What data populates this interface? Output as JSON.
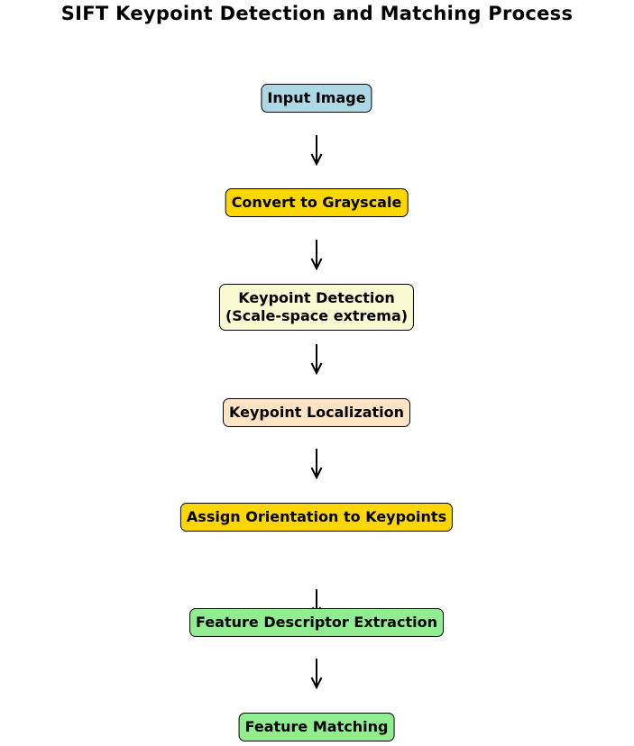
{
  "title": "SIFT Keypoint Detection and Matching Process",
  "steps": [
    {
      "lines": [
        "Input Image"
      ],
      "color": "#add8e6"
    },
    {
      "lines": [
        "Convert to Grayscale"
      ],
      "color": "#ffd700"
    },
    {
      "lines": [
        "Keypoint Detection",
        "(Scale-space extrema)"
      ],
      "color": "#fafad2"
    },
    {
      "lines": [
        "Keypoint Localization"
      ],
      "color": "#ffe4c4"
    },
    {
      "lines": [
        "Assign Orientation to Keypoints"
      ],
      "color": "#ffd700"
    },
    {
      "lines": [
        "Feature Descriptor Extraction"
      ],
      "color": "#90ee90"
    },
    {
      "lines": [
        "Feature Matching"
      ],
      "color": "#90ee90"
    }
  ],
  "colors": {
    "arrow": "#000000",
    "border": "#000000"
  }
}
